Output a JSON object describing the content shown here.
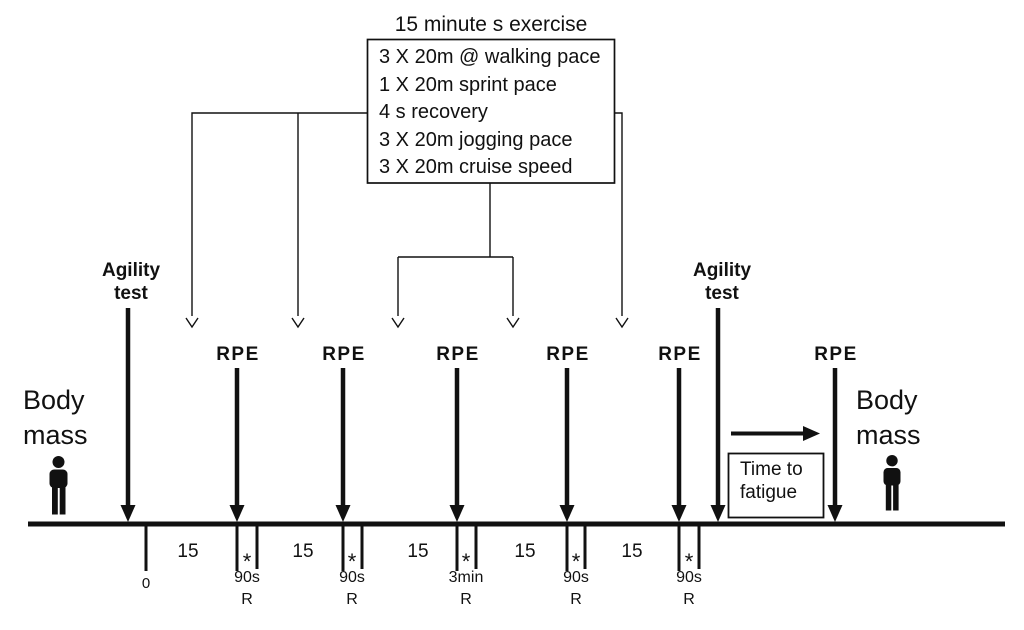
{
  "diagram": {
    "title": "15 minute s exercise",
    "exercise_box": {
      "lines": [
        "3 X 20m @ walking pace",
        "1 X 20m sprint pace",
        "4 s recovery",
        "3 X 20m jogging pace",
        "3 X 20m cruise speed"
      ]
    },
    "agility_left": {
      "line1": "Agility",
      "line2": "test"
    },
    "agility_right": {
      "line1": "Agility",
      "line2": "test"
    },
    "body_mass_left": {
      "line1": "Body",
      "line2": "mass"
    },
    "body_mass_right": {
      "line1": "Body",
      "line2": "mass"
    },
    "rpe_labels": [
      "RPE",
      "RPE",
      "RPE",
      "RPE",
      "RPE",
      "RPE"
    ],
    "time_to_fatigue": {
      "line1": "Time to",
      "line2": "fatigue"
    },
    "timeline": {
      "zero_label": "0",
      "interval_labels": [
        "15",
        "15",
        "15",
        "15",
        "15"
      ],
      "rest_markers": [
        {
          "asterisk": "*",
          "duration": "90s",
          "rest": "R"
        },
        {
          "asterisk": "*",
          "duration": "90s",
          "rest": "R"
        },
        {
          "asterisk": "*",
          "duration": "3min",
          "rest": "R"
        },
        {
          "asterisk": "*",
          "duration": "90s",
          "rest": "R"
        },
        {
          "asterisk": "*",
          "duration": "90s",
          "rest": "R"
        }
      ]
    },
    "colors": {
      "ink": "#111111",
      "background": "#ffffff"
    }
  }
}
